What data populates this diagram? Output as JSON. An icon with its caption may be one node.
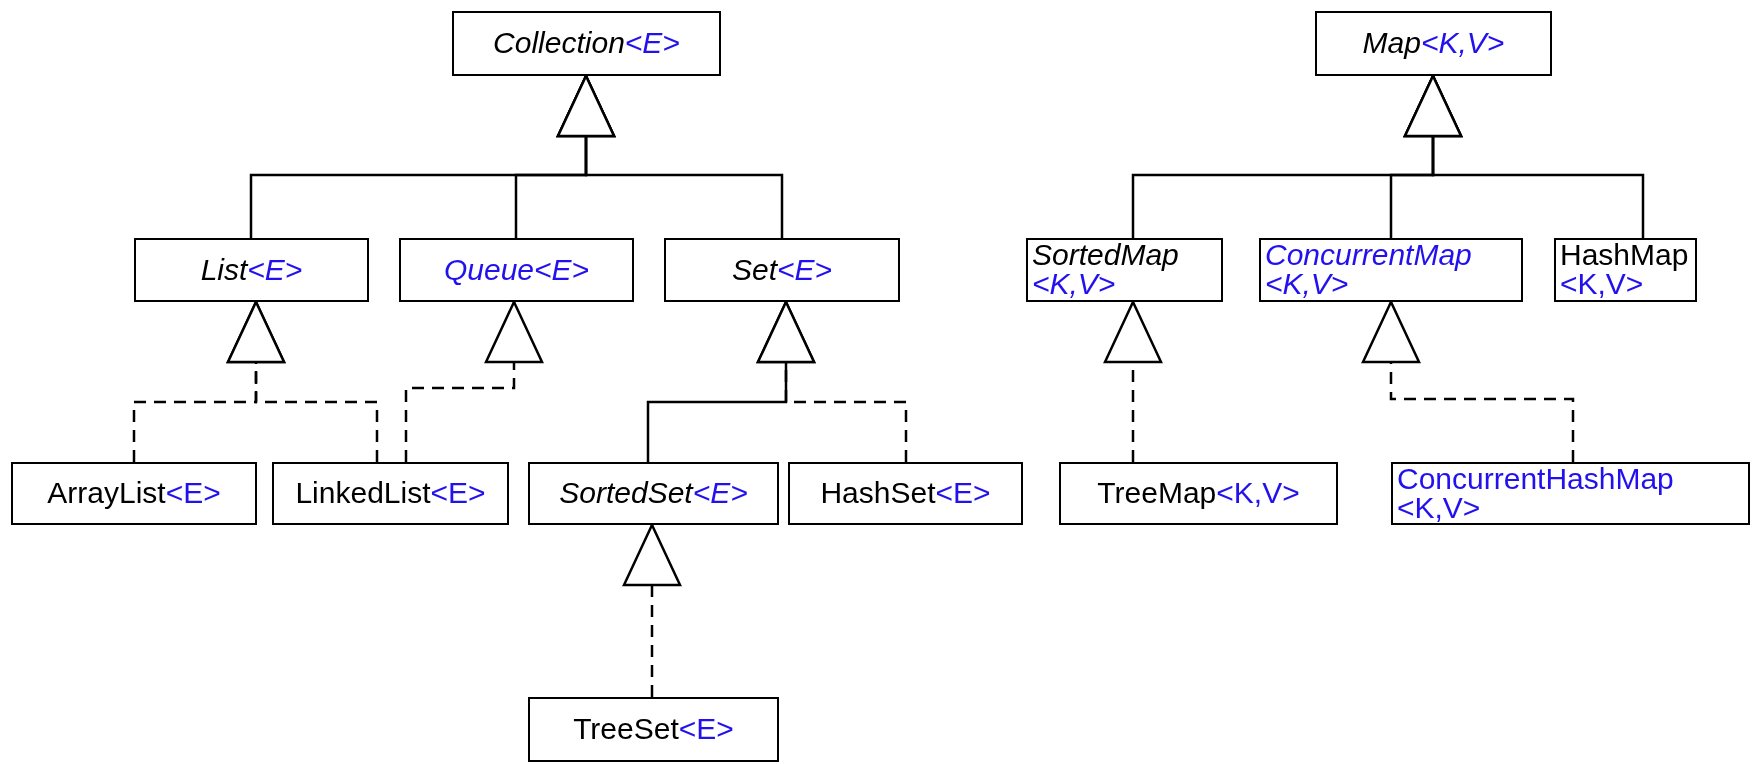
{
  "diagram": {
    "nodes": [
      {
        "text": [
          "Collection<E>"
        ]
      },
      {
        "text": [
          "List<E>"
        ]
      },
      {
        "text": [
          "Queue<E>"
        ]
      },
      {
        "text": [
          "Set<E>"
        ]
      },
      {
        "text": [
          "ArrayList<E>"
        ]
      },
      {
        "text": [
          "LinkedList<E>"
        ]
      },
      {
        "text": [
          "SortedSet<E>"
        ]
      },
      {
        "text": [
          "HashSet<E>"
        ]
      },
      {
        "text": [
          "TreeSet<E>"
        ]
      },
      {
        "text": [
          "Map<K,V>"
        ]
      },
      {
        "text": [
          "SortedMap<K,V>"
        ]
      },
      {
        "text": [
          "ConcurrentMap<K,V>"
        ]
      },
      {
        "text": [
          "HashMap<K,V>"
        ]
      },
      {
        "text": [
          "TreeMap<K,V>"
        ]
      },
      {
        "text": [
          "ConcurrentHashMap<K,V>"
        ]
      }
    ],
    "edges": [
      {
        "from": 4,
        "to": 1,
        "arrow": "to",
        "style": "dashed"
      },
      {
        "from": 5,
        "to": 1,
        "arrow": "to",
        "style": "dashed"
      },
      {
        "from": 5,
        "to": 2,
        "arrow": "to",
        "style": "dashed"
      },
      {
        "from": 7,
        "to": 3,
        "arrow": "to",
        "style": "dashed"
      },
      {
        "from": 8,
        "to": 6,
        "arrow": "to",
        "style": "dashed"
      },
      {
        "from": 13,
        "to": 10,
        "arrow": "to",
        "style": "dashed"
      },
      {
        "from": 14,
        "to": 11,
        "arrow": "to",
        "style": "dashed"
      },
      {
        "from": 1,
        "to": 0,
        "arrow": "to"
      },
      {
        "from": 2,
        "to": 0,
        "arrow": "to"
      },
      {
        "from": 3,
        "to": 0,
        "arrow": "to"
      },
      {
        "from": 6,
        "to": 3,
        "arrow": "to"
      },
      {
        "from": 10,
        "to": 9,
        "arrow": "to"
      },
      {
        "from": 11,
        "to": 9,
        "arrow": "to"
      },
      {
        "from": 12,
        "to": 9,
        "arrow": "to"
      }
    ]
  }
}
